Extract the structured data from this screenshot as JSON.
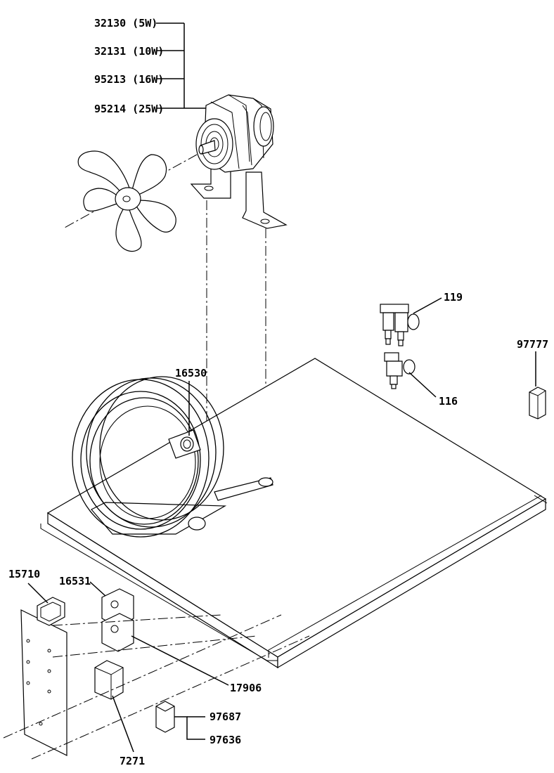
{
  "labels": {
    "motor_5w": "32130 (5W)",
    "motor_10w": "32131 (10W)",
    "motor_16w": "95213 (16W)",
    "motor_25w": "95214 (25W)",
    "p119": "119",
    "p97777": "97777",
    "p16530": "16530",
    "p116": "116",
    "p15710": "15710",
    "p16531": "16531",
    "p17906": "17906",
    "p97687": "97687",
    "p97636": "97636",
    "p7271": "7271"
  }
}
